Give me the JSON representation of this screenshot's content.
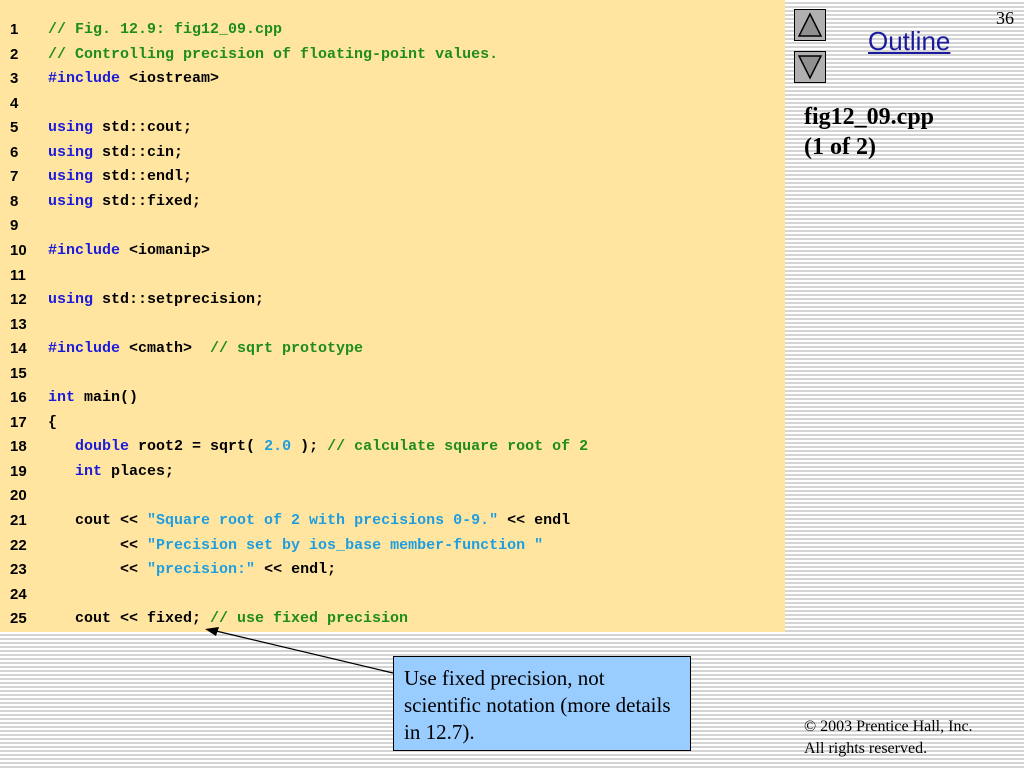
{
  "page_number": "36",
  "outline": {
    "label": "Outline",
    "up_icon": "triangle-up-icon",
    "down_icon": "triangle-down-icon"
  },
  "file": {
    "name": "fig12_09.cpp",
    "part": "(1 of 2)"
  },
  "callout": {
    "text": "Use fixed precision, not scientific notation (more details in 12.7)."
  },
  "copyright": {
    "line1": "© 2003 Prentice Hall, Inc.",
    "line2": "All rights reserved."
  },
  "colors": {
    "code_background": "#ffe5a0",
    "keyword": "#1a1adc",
    "comment": "#1e8c1e",
    "string": "#1e9ee0",
    "callout_background": "#99ccff"
  },
  "code_lines": [
    {
      "n": "1",
      "segments": [
        {
          "t": "// Fig. 12.9: fig12_09.cpp",
          "c": "cm"
        }
      ]
    },
    {
      "n": "2",
      "segments": [
        {
          "t": "// Controlling precision of floating-point values.",
          "c": "cm"
        }
      ]
    },
    {
      "n": "3",
      "segments": [
        {
          "t": "#include",
          "c": "kw"
        },
        {
          "t": " <iostream>",
          "c": ""
        }
      ]
    },
    {
      "n": "4",
      "segments": []
    },
    {
      "n": "5",
      "segments": [
        {
          "t": "using",
          "c": "kw"
        },
        {
          "t": " std::cout;",
          "c": ""
        }
      ]
    },
    {
      "n": "6",
      "segments": [
        {
          "t": "using",
          "c": "kw"
        },
        {
          "t": " std::cin;",
          "c": ""
        }
      ]
    },
    {
      "n": "7",
      "segments": [
        {
          "t": "using",
          "c": "kw"
        },
        {
          "t": " std::endl;",
          "c": ""
        }
      ]
    },
    {
      "n": "8",
      "segments": [
        {
          "t": "using",
          "c": "kw"
        },
        {
          "t": " std::fixed;",
          "c": ""
        }
      ]
    },
    {
      "n": "9",
      "segments": []
    },
    {
      "n": "10",
      "segments": [
        {
          "t": "#include",
          "c": "kw"
        },
        {
          "t": " <iomanip>",
          "c": ""
        }
      ]
    },
    {
      "n": "11",
      "segments": []
    },
    {
      "n": "12",
      "segments": [
        {
          "t": "using",
          "c": "kw"
        },
        {
          "t": " std::setprecision;",
          "c": ""
        }
      ]
    },
    {
      "n": "13",
      "segments": []
    },
    {
      "n": "14",
      "segments": [
        {
          "t": "#include",
          "c": "kw"
        },
        {
          "t": " <cmath>  ",
          "c": ""
        },
        {
          "t": "// sqrt prototype",
          "c": "cm"
        }
      ]
    },
    {
      "n": "15",
      "segments": []
    },
    {
      "n": "16",
      "segments": [
        {
          "t": "int",
          "c": "kw"
        },
        {
          "t": " main()",
          "c": ""
        }
      ]
    },
    {
      "n": "17",
      "segments": [
        {
          "t": "{",
          "c": ""
        }
      ]
    },
    {
      "n": "18",
      "segments": [
        {
          "t": "   ",
          "c": ""
        },
        {
          "t": "double",
          "c": "kw"
        },
        {
          "t": " root2 = sqrt( ",
          "c": ""
        },
        {
          "t": "2.0",
          "c": "nm"
        },
        {
          "t": " ); ",
          "c": ""
        },
        {
          "t": "// calculate square root of 2",
          "c": "cm"
        }
      ]
    },
    {
      "n": "19",
      "segments": [
        {
          "t": "   ",
          "c": ""
        },
        {
          "t": "int",
          "c": "kw"
        },
        {
          "t": " places;",
          "c": ""
        }
      ]
    },
    {
      "n": "20",
      "segments": []
    },
    {
      "n": "21",
      "segments": [
        {
          "t": "   cout << ",
          "c": ""
        },
        {
          "t": "\"Square root of 2 with precisions 0-9.\"",
          "c": "st"
        },
        {
          "t": " << endl",
          "c": ""
        }
      ]
    },
    {
      "n": "22",
      "segments": [
        {
          "t": "        << ",
          "c": ""
        },
        {
          "t": "\"Precision set by ios_base member-function \"",
          "c": "st"
        }
      ]
    },
    {
      "n": "23",
      "segments": [
        {
          "t": "        << ",
          "c": ""
        },
        {
          "t": "\"precision:\"",
          "c": "st"
        },
        {
          "t": " << endl;",
          "c": ""
        }
      ]
    },
    {
      "n": "24",
      "segments": []
    },
    {
      "n": "25",
      "segments": [
        {
          "t": "   cout << fixed; ",
          "c": ""
        },
        {
          "t": "// use fixed precision",
          "c": "cm"
        }
      ]
    }
  ]
}
